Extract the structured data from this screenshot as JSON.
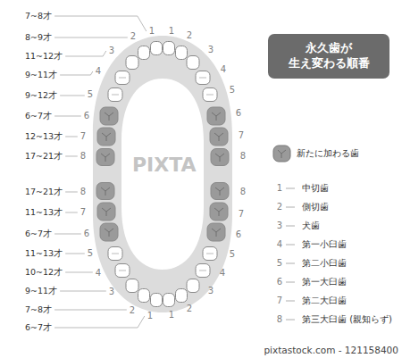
{
  "diagram": {
    "nodes": [
      {
        "text": [
          "永久歯が 生え変わる順番"
        ]
      }
    ],
    "labels": [
      "7~8才",
      "8~9才",
      "11~12才",
      "9~11才",
      "9~12才",
      "6~7才",
      "12~13才",
      "17~21才",
      "17~21才",
      "11~13才",
      "6~7才",
      "11~13才",
      "10~12才",
      "9~11才",
      "7~8才",
      "6~7才",
      "1",
      "2",
      "3",
      "4",
      "5",
      "6",
      "7",
      "8",
      "1",
      "2",
      "3",
      "4",
      "5",
      "6",
      "7",
      "8",
      "8",
      "7",
      "6",
      "5",
      "4",
      "3",
      "2",
      "1",
      "8",
      "7",
      "6",
      "5",
      "4",
      "3",
      "2",
      "1",
      "1",
      "中切歯",
      "2",
      "側切歯",
      "3",
      "犬歯",
      "4",
      "第一小臼歯",
      "5",
      "第二小臼歯",
      "6",
      "第一大臼歯",
      "7",
      "第二大臼歯",
      "8",
      "第三大臼歯 (親知らず)",
      "PIXTA",
      "pixtastock.com - 121158400"
    ],
    "legend": [
      {
        "text": "新たに加わる歯"
      }
    ]
  }
}
